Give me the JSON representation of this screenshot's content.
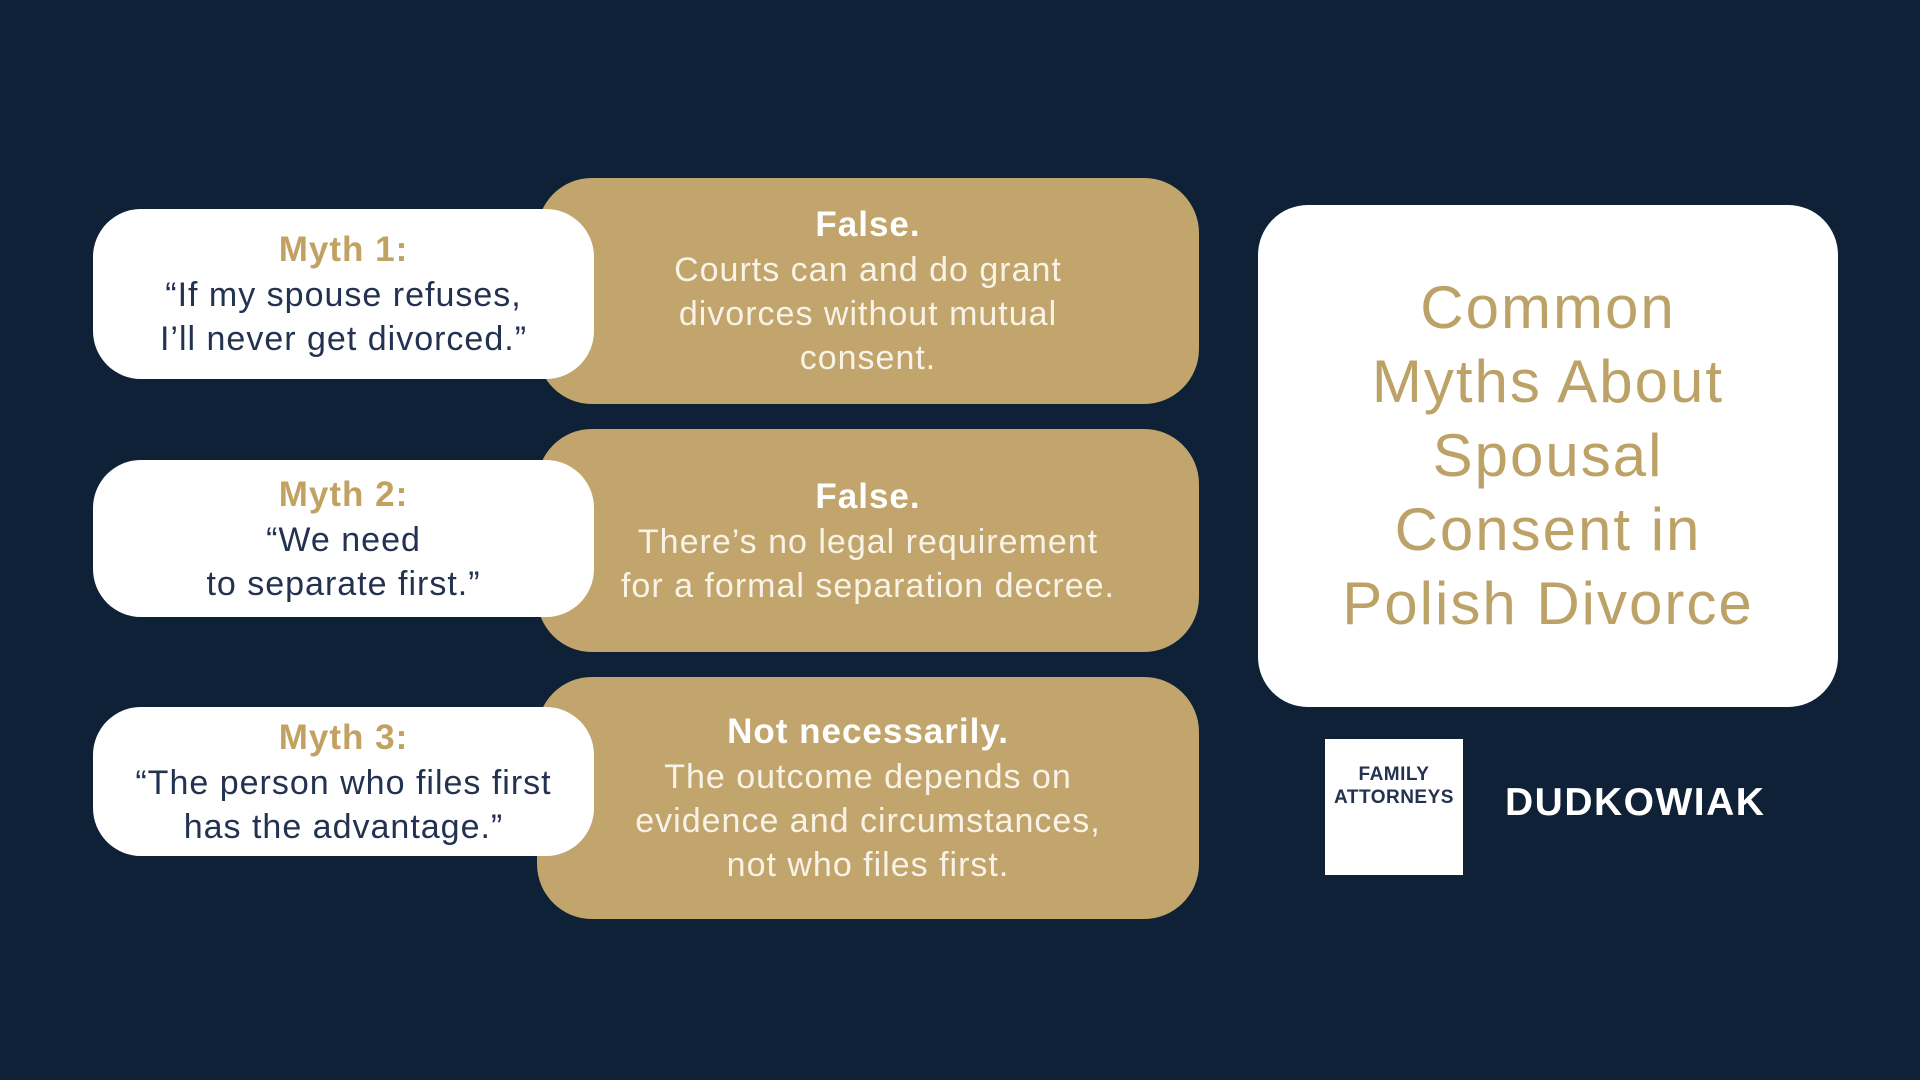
{
  "colors": {
    "navy": "#0e2136",
    "navy-text": "#223250",
    "gold": "#c1a56d",
    "gold-label": "#c2a263",
    "gold-title": "#bda268",
    "cream": "#f8f3e6",
    "white": "#ffffff"
  },
  "title": {
    "lines": [
      "Common",
      "Myths About",
      "Spousal",
      "Consent in",
      "Polish Divorce"
    ]
  },
  "myths": [
    {
      "label": "Myth 1:",
      "quote_lines": [
        "“If my spouse refuses,",
        "I’ll never get divorced.”"
      ],
      "response_title": "False.",
      "response_lines": [
        "Courts can and do grant",
        "divorces without mutual",
        "consent."
      ]
    },
    {
      "label": "Myth 2:",
      "quote_lines": [
        "“We need",
        "to separate first.”"
      ],
      "response_title": "False.",
      "response_lines": [
        "There’s no legal requirement",
        "for a formal separation decree."
      ]
    },
    {
      "label": "Myth 3:",
      "quote_lines": [
        "“The person who files first",
        "has the advantage.”"
      ],
      "response_title": "Not necessarily.",
      "response_lines": [
        "The outcome depends on",
        "evidence and circumstances,",
        "not who files first."
      ]
    }
  ],
  "brand": {
    "logo_lines": [
      "FAMILY",
      "ATTORNEYS"
    ],
    "name": "DUDKOWIAK"
  }
}
